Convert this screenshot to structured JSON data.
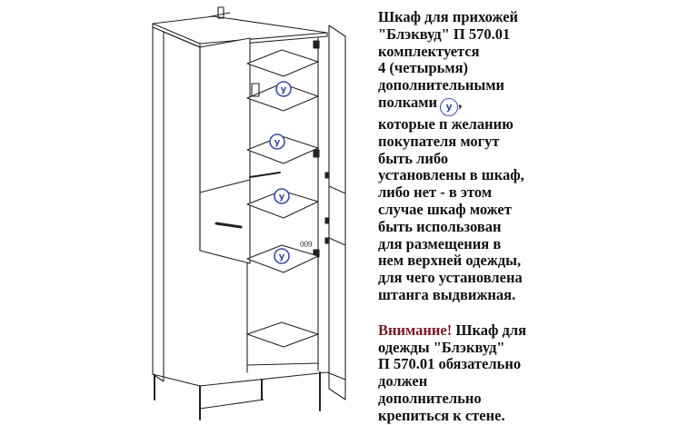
{
  "figure": {
    "shelf_marker_label": "у",
    "part_number": "009",
    "marker_color": "#3d4f9e",
    "line_color": "#222222",
    "shelf_marker_count": 4
  },
  "description": {
    "line1": "Шкаф для прихожей",
    "line2": "\"Блэквуд\" П 570.01",
    "line3": "комплектуется",
    "line4": "4 (четырьмя)",
    "line5": "дополнительными",
    "line6_prefix": "полками",
    "line6_suffix": ",",
    "line7": "которые п желанию",
    "line8": "покупателя могут",
    "line9": "быть либо",
    "line10": "установлены в шкаф,",
    "line11": "либо нет - в этом",
    "line12": "случае шкаф может",
    "line13": "быть использован",
    "line14": "для размещения в",
    "line15": "нем верхней одежды,",
    "line16": "для чего установлена",
    "line17": "штанга выдвижная."
  },
  "notice": {
    "label": "Внимание!",
    "label_color": "#7a1b22",
    "line1_rest": " Шкаф для",
    "line2": "одежды \"Блэквуд\"",
    "line3": "П 570.01 обязательно",
    "line4": "должен",
    "line5": "дополнительно",
    "line6": "крепиться к стене."
  }
}
